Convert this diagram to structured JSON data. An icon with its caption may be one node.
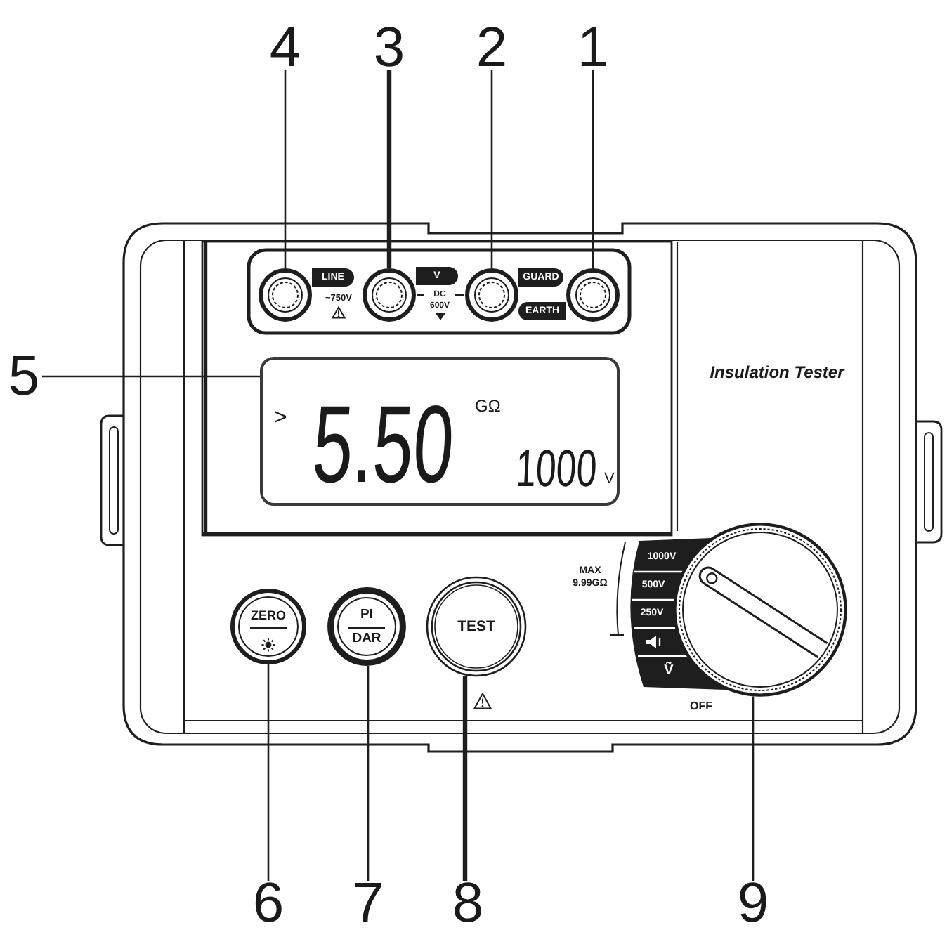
{
  "diagram": {
    "nodes": [
      {
        "text": [
          "4"
        ]
      },
      {
        "text": [
          "3"
        ]
      },
      {
        "text": [
          "2"
        ]
      },
      {
        "text": [
          "1"
        ]
      },
      {
        "text": [],
        "shape": "circle"
      },
      {
        "text": [],
        "shape": "circle"
      },
      {
        "text": [],
        "shape": "circle"
      },
      {
        "text": [],
        "shape": "circle"
      },
      {
        "text": [
          "5"
        ]
      },
      {
        "text": [
          ">",
          "5.50",
          "GΩ",
          "1000",
          "V"
        ]
      },
      {
        "text": [
          "ZERO"
        ]
      },
      {
        "text": [
          "PI",
          "DAR"
        ]
      },
      {
        "text": [
          "TEST"
        ]
      },
      {
        "text": [],
        "shape": "circle"
      },
      {
        "text": [
          "6"
        ]
      },
      {
        "text": [
          "7"
        ]
      },
      {
        "text": [
          "8"
        ]
      },
      {
        "text": [
          "9"
        ]
      }
    ],
    "edges": [
      {
        "from": 0,
        "to": 4,
        "arrow": "none"
      },
      {
        "from": 1,
        "to": 5,
        "arrow": "none",
        "style": "thick"
      },
      {
        "from": 2,
        "to": 6,
        "arrow": "none"
      },
      {
        "from": 3,
        "to": 7,
        "arrow": "none"
      },
      {
        "from": 8,
        "to": 9,
        "arrow": "none"
      },
      {
        "from": 14,
        "to": 10,
        "arrow": "none"
      },
      {
        "from": 15,
        "to": 11,
        "arrow": "none"
      },
      {
        "from": 16,
        "to": 12,
        "arrow": "none",
        "style": "thick"
      },
      {
        "from": 17,
        "to": 13,
        "arrow": "none"
      }
    ],
    "labels": [
      "LINE",
      "V",
      "GUARD",
      "~750V",
      "DC 600V",
      "EARTH",
      "Insulation Tester",
      "MAX 9.99GΩ",
      "1000V",
      "500V",
      "250V",
      "Ṽ",
      "OFF"
    ]
  }
}
